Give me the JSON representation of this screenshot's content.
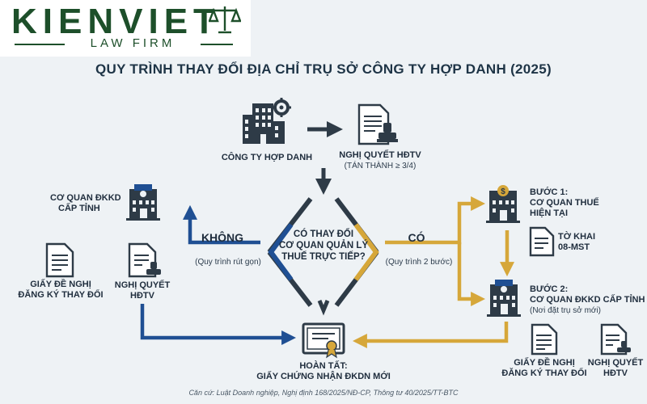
{
  "logo": {
    "name": "KIENVIET",
    "subtitle": "LAW FIRM"
  },
  "title": "QUY TRÌNH THAY ĐỔI ĐỊA CHỈ TRỤ SỞ CÔNG TY HỢP DANH (2025)",
  "nodes": {
    "company": "CÔNG TY HỢP DANH",
    "resolution_top": {
      "line1": "NGHỊ QUYẾT HĐTV",
      "line2": "(TÁN THÀNH ≥ 3/4)"
    },
    "decision": {
      "line1": "CÓ THAY ĐỔI",
      "line2": "CƠ QUAN QUẢN LÝ",
      "line3": "THUẾ TRỰC TIẾP?"
    },
    "left_authority": {
      "line1": "CƠ QUAN ĐKKD",
      "line2": "CẤP TỈNH"
    },
    "no_branch": {
      "label": "KHÔNG",
      "note": "(Quy trình rút gọn)"
    },
    "yes_branch": {
      "label": "CÓ",
      "note": "(Quy trình 2 bước)"
    },
    "left_doc1": {
      "line1": "GIẤY ĐỀ NGHỊ",
      "line2": "ĐĂNG KÝ THAY ĐỔI"
    },
    "left_doc2": {
      "line1": "NGHỊ QUYẾT",
      "line2": "HĐTV"
    },
    "step1": {
      "line1": "BƯỚC 1:",
      "line2": "CƠ QUAN THUẾ",
      "line3": "HIỆN TẠI"
    },
    "step1_doc": {
      "line1": "TỜ KHAI",
      "line2": "08-MST"
    },
    "step2": {
      "line1": "BƯỚC 2:",
      "line2": "CƠ QUAN ĐKKD CẤP TỈNH",
      "line3": "(Nơi đặt trụ sở mới)"
    },
    "right_doc1": {
      "line1": "GIẤY ĐỀ NGHỊ",
      "line2": "ĐĂNG KÝ THAY ĐỔI"
    },
    "right_doc2": {
      "line1": "NGHỊ QUYẾT",
      "line2": "HĐTV"
    },
    "done": {
      "line1": "HOÀN TẤT:",
      "line2": "GIẤY CHỨNG NHẬN ĐKDN MỚI"
    }
  },
  "footer": "Căn cứ: Luật Doanh nghiệp, Nghị định 168/2025/NĐ-CP, Thông tư 40/2025/TT-BTC",
  "colors": {
    "brand": "#1d4f2a",
    "dark": "#2e3b47",
    "blue": "#1f4f93",
    "gold": "#d6a73a",
    "background": "#eef2f5"
  },
  "icons": [
    "scales-icon",
    "office-building-gear-icon",
    "document-stamp-icon",
    "bank-building-icon",
    "tax-office-icon",
    "document-icon",
    "certificate-icon",
    "arrow-icon"
  ]
}
